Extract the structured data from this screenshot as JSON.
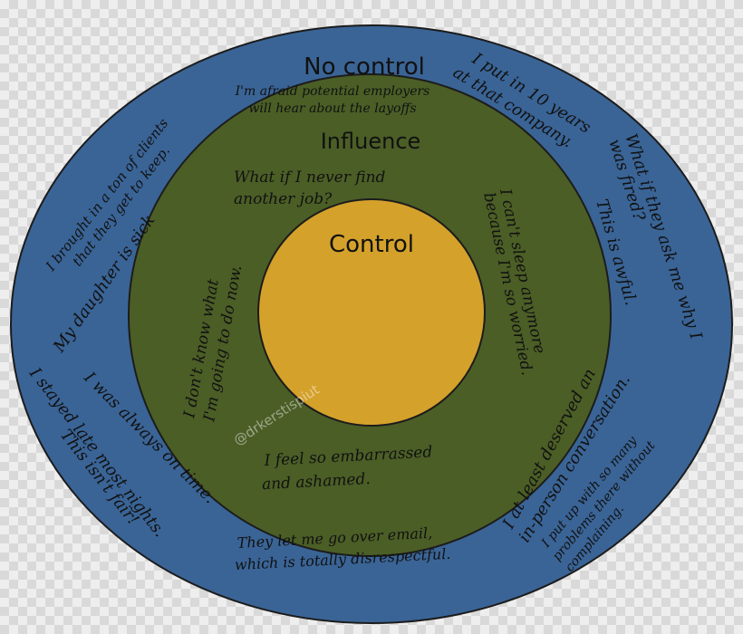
{
  "colors": {
    "outer_ring": "#3a6496",
    "middle_ring": "#4b5e26",
    "inner_circle": "#d4a12b",
    "stroke": "#1c1c1c"
  },
  "zones": {
    "outer_label": "No control",
    "middle_label": "Influence",
    "inner_label": "Control"
  },
  "outer_notes": {
    "employers_1": "I'm afraid potential employers",
    "employers_2": "will hear about the layoffs",
    "years_1": "I put in 10 years",
    "years_2": "at that company.",
    "ask_1": "What if they ask me why I",
    "ask_2": "was fired?",
    "awful": "This is awful.",
    "clients_1": "I brought in a ton of clients",
    "clients_2": "that they get to keep.",
    "daughter": "My daughter is sick",
    "stayed_1": "I stayed late most nights.",
    "stayed_2": "This isn't fair!",
    "ontime": "I was always on time.",
    "email_1": "They let me go over email,",
    "email_2": "which is totally disrespectful.",
    "inperson_1": "I at least deserved an",
    "inperson_2": "in-person conversation.",
    "putup_1": "I put up with so many",
    "putup_2": "problems there without",
    "putup_3": "complaining."
  },
  "middle_notes": {
    "never_1": "What if I never find",
    "never_2": "another job?",
    "sleep_1": "I can't sleep anymore",
    "sleep_2": "because I'm so worried.",
    "dontknow_1": "I don't know what",
    "dontknow_2": "I'm going to do now.",
    "embarrassed_1": "I feel so embarrassed",
    "embarrassed_2": "and ashamed."
  },
  "watermark": "@drkerstispiut"
}
